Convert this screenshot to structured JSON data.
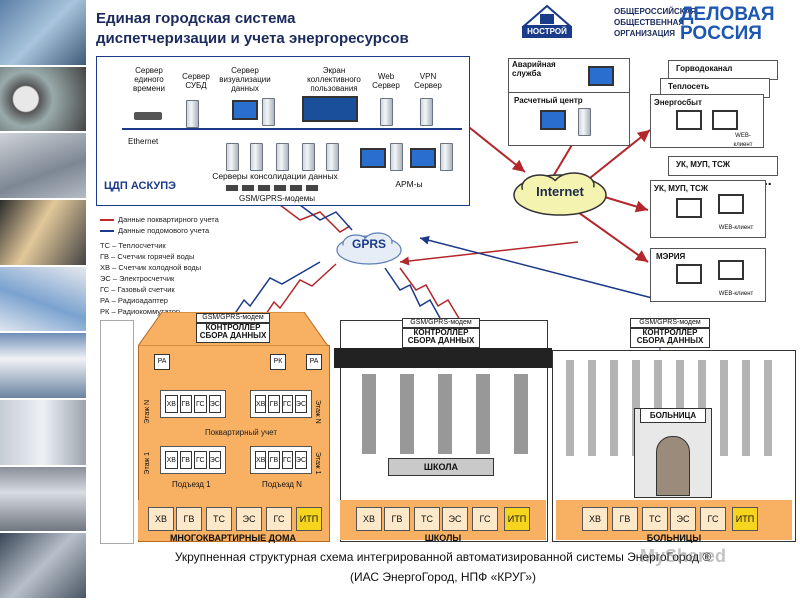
{
  "header": {
    "title_line1": "Единая городская система",
    "title_line2": "диспетчеризации и учета энергоресурсов",
    "nostroy_logo": "НОСТРОЙ",
    "org_lines": [
      "ОБЩЕРОССИЙСКАЯ",
      "ОБЩЕСТВЕННАЯ",
      "ОРГАНИЗАЦИЯ"
    ],
    "org_brand_1": "ДЕЛОВАЯ",
    "org_brand_2": "РОССИЯ"
  },
  "center": {
    "nodes": {
      "time_server": "Сервер единого времени",
      "dbms_server": "Сервер СУБД",
      "viz_server": "Сервер визуализации данных",
      "shared_screen": "Экран коллективного пользования",
      "web_server": "Web Сервер",
      "vpn_server": "VPN Сервер",
      "ethernet": "Ethernet",
      "consolidation": "Серверы консолидации данных",
      "workstations": "АРМ-ы",
      "modems": "GSM/GPRS-модемы"
    },
    "label": "ЦДП АСКУПЭ"
  },
  "legend": {
    "items": [
      "Данные поквартирного учета",
      "Данные подомового учета",
      "ТС – Теплосчетчик",
      "ГВ – Счетчик горячей воды",
      "ХВ – Счетчик холодной воды",
      "ЭС – Электросчетчик",
      "ГС – Газовый счетчик",
      "РА – Радиоадаптер",
      "РК – Радиокоммутатор"
    ],
    "colors": {
      "apartment": "#c0282d",
      "building": "#1c3a8a"
    }
  },
  "network": {
    "internet": "Internet",
    "gprs": "GPRS"
  },
  "right_panels": {
    "emergency": "Аварийная служба",
    "billing": "Расчетный центр",
    "vodokanal": "Горводоканал",
    "teploset": "Теплосеть",
    "energosbyt": "Энергосбыт",
    "uk1": "УК, МУП, ТСЖ",
    "uk2": "УК, МУП, ТСЖ",
    "meriya": "МЭРИЯ",
    "web_client": "WEB-клиент",
    "dots": "..."
  },
  "buildings": {
    "modem": "GSM/GPRS-модем",
    "controller": "КОНТРОЛЛЕР СБОРА ДАННЫХ",
    "ra": "РА",
    "rk": "РК",
    "apt_meters": [
      "ХВ",
      "ГВ",
      "ГС",
      "ЭС"
    ],
    "floor_n": "Этаж N",
    "floor_1": "Этаж 1",
    "apt_label": "Поквартирный учет",
    "entrance_1": "Подъезд 1",
    "entrance_n": "Подъезд N",
    "meters": [
      "ХВ",
      "ГВ",
      "ТС",
      "ЭС",
      "ГС",
      "ИТП"
    ],
    "school_sign": "ШКОЛА",
    "hospital_sign": "БОЛЬНИЦА",
    "cap_homes": "МНОГОКВАРТИРНЫЕ ДОМА",
    "cap_schools": "ШКОЛЫ",
    "cap_hospitals": "БОЛЬНИЦЫ"
  },
  "caption": {
    "line1": "Укрупненная структурная схема интегрированной автоматизированной системы ЭнергоГород ®",
    "line2": "(ИАС ЭнергоГород, НПФ «КРУГ»)",
    "watermark": "MyShared"
  }
}
